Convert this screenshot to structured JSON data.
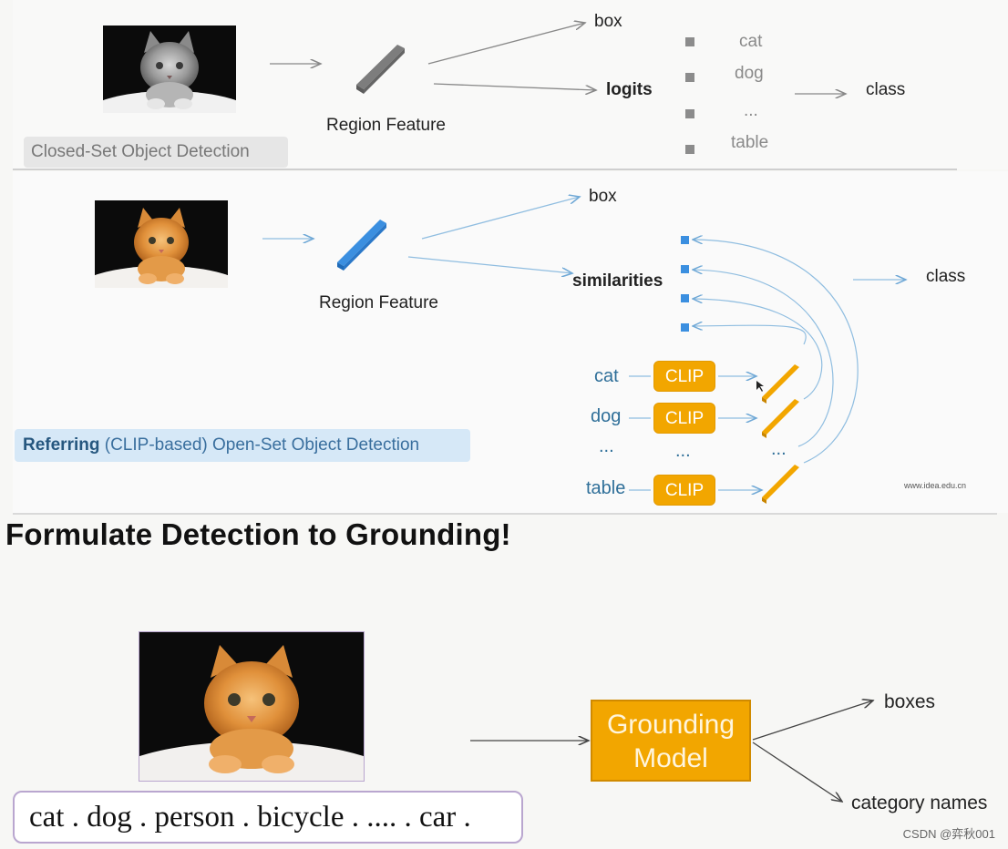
{
  "closed_set": {
    "tag": "Closed-Set Object Detection",
    "region_feature_label": "Region Feature",
    "box_label": "box",
    "logits_label": "logits",
    "classes": [
      "cat",
      "dog",
      "...",
      "table"
    ],
    "output_label": "class"
  },
  "open_set": {
    "tag_bold": "Referring",
    "tag_rest": " (CLIP-based) Open-Set Object Detection",
    "region_feature_label": "Region Feature",
    "box_label": "box",
    "similarities_label": "similarities",
    "output_label": "class",
    "words": [
      "cat",
      "dog",
      "...",
      "table"
    ],
    "clip_label": "CLIP",
    "clip_ellipsis": "...",
    "feature_ellipsis": "...",
    "watermark": "www.idea.edu.cn"
  },
  "grounding": {
    "heading": "Formulate Detection to Grounding!",
    "prompt": "cat . dog . person . bicycle . .... . car .",
    "model_label_line1": "Grounding",
    "model_label_line2": "Model",
    "output_boxes": "boxes",
    "output_names": "category names"
  },
  "footer": "CSDN @弈秋001",
  "colors": {
    "accent_orange": "#f2a600",
    "feature_blue": "#3b8fe0",
    "feature_gray": "#8c8c8c",
    "arrow_blue": "#8fbde0",
    "tag_blue_bg": "#d6e8f7"
  }
}
